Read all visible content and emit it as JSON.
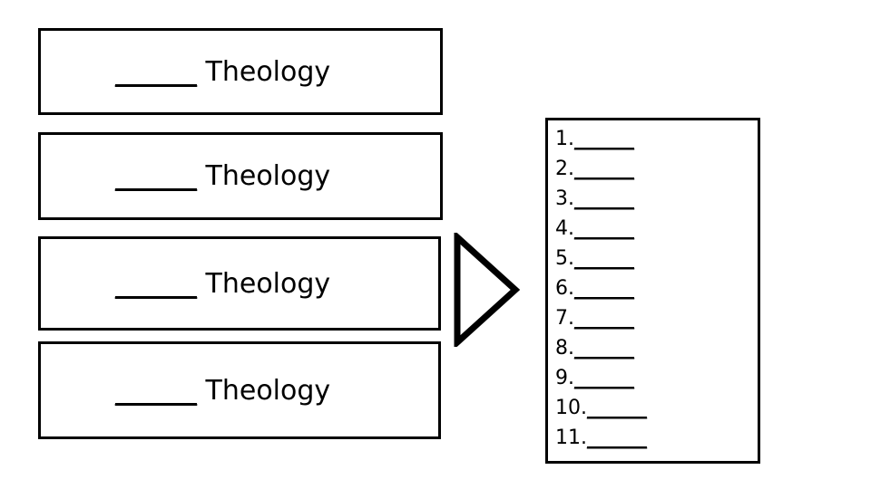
{
  "slide": {
    "background_color": "#FFFFFF",
    "line_color": "#000000",
    "text_color": "#000000"
  },
  "left_boxes": [
    {
      "blank": "______",
      "label": " Theology"
    },
    {
      "blank": "______",
      "label": " Theology"
    },
    {
      "blank": "______",
      "label": " Theology"
    },
    {
      "blank": "______",
      "label": " Theology"
    }
  ],
  "arrow": {
    "icon": "triangle-right-outline-icon",
    "direction": "right",
    "fill": "#FFFFFF",
    "stroke": "#000000"
  },
  "list": {
    "items": [
      {
        "number": "1.",
        "blank": "______"
      },
      {
        "number": "2.",
        "blank": "______"
      },
      {
        "number": "3.",
        "blank": "______"
      },
      {
        "number": "4.",
        "blank": "______"
      },
      {
        "number": "5.",
        "blank": "______"
      },
      {
        "number": "6.",
        "blank": "______"
      },
      {
        "number": "7.",
        "blank": "______"
      },
      {
        "number": "8.",
        "blank": "______"
      },
      {
        "number": "9.",
        "blank": "______"
      },
      {
        "number": "10.",
        "blank": "______"
      },
      {
        "number": "11.",
        "blank": "______"
      }
    ]
  }
}
